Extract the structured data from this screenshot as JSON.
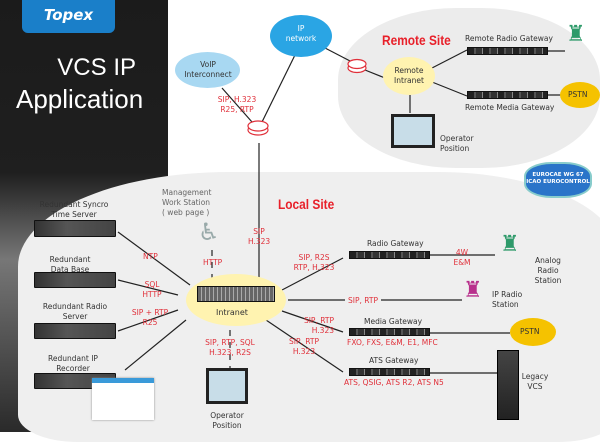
{
  "brand": {
    "logo": "Topex",
    "title_line1": "VCS IP",
    "title_line2": "Application",
    "color": "#1a7fc9"
  },
  "clouds": {
    "voip": "VoIP Interconnect",
    "ip_network": "IP network",
    "remote_intranet": "Remote Intranet",
    "intranet": "Intranet",
    "pstn": "PSTN"
  },
  "remote": {
    "title": "Remote Site",
    "radio_gw": "Remote Radio Gateway",
    "media_gw": "Remote Media Gateway",
    "operator": "Operator Position",
    "link_label": "SIP, H.323 R25, RTP"
  },
  "badge": "EUROCAE WG 67 ICAO EUROCONTROL",
  "local": {
    "title": "Local Site",
    "mgmt": "Management Work Station ( web page )",
    "sip_h323": "SIP H.323",
    "http": "HTTP",
    "syncro": "Redundant Syncro Time Server",
    "ntp": "NTP",
    "db": "Redundant Data Base",
    "sql": "SQL HTTP",
    "radio_server": "Redundant Radio Server",
    "sip_rtp_r25": "SIP + RTP R25",
    "recorder": "Redundant IP Recorder",
    "op_protocols": "SIP, RTP, SQL H.323, R2S",
    "operator": "Operator Position",
    "radio_gw": "Radio Gateway",
    "radio_gw_proto": "SIP, R2S RTP, H.323",
    "fourw": "4W E&M",
    "analog": "Analog Radio Station",
    "sip_rtp": "SIP, RTP",
    "ip_radio": "IP Radio Station",
    "media_gw": "Media Gateway",
    "media_proto": "SIP, RTP H.323",
    "media_ifaces": "FXO, FXS, E&M, E1, MFC",
    "ats_gw": "ATS Gateway",
    "ats_proto": "SIP, RTP H.323",
    "ats_ifaces": "ATS, QSIG, ATS R2, ATS N5",
    "legacy": "Legacy VCS"
  },
  "colors": {
    "label_red": "#e0303a",
    "cloud_blue": "#5bb8ea",
    "cloud_yellow": "#fff3b0",
    "pstn": "#f5c200",
    "tower_green": "#2e9a6a",
    "tower_magenta": "#b8308c"
  }
}
